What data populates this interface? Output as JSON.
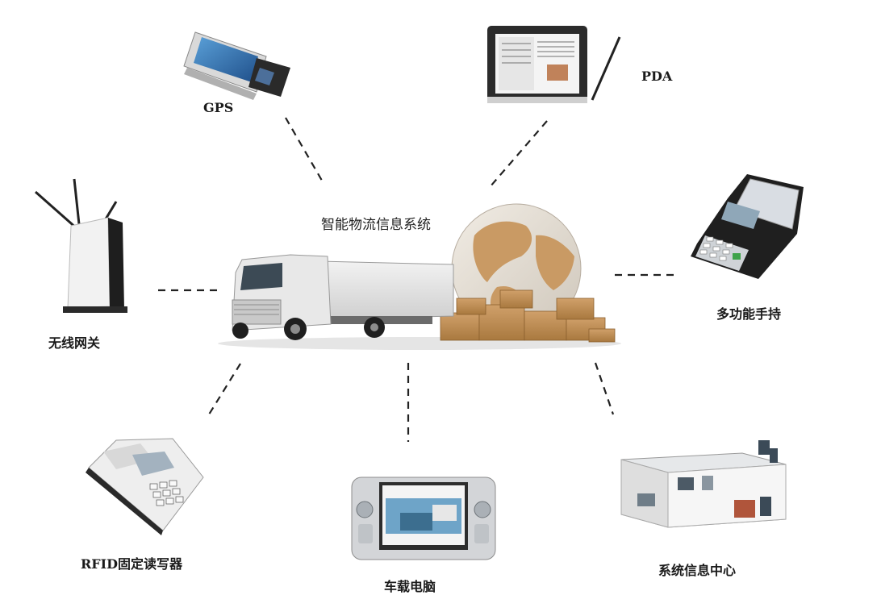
{
  "center": {
    "title": "智能物流信息系统"
  },
  "nodes": {
    "gps": {
      "label": "GPS",
      "icon": "gps-card-icon"
    },
    "pda": {
      "label": "PDA",
      "icon": "pda-device-icon"
    },
    "wireless_gateway": {
      "label": "无线网关",
      "icon": "wireless-router-icon"
    },
    "handheld": {
      "label": "多功能手持",
      "icon": "handheld-terminal-icon"
    },
    "rfid_reader": {
      "label": "RFID固定读写器",
      "icon": "rfid-reader-icon"
    },
    "vehicle_computer": {
      "label": "车载电脑",
      "icon": "vehicle-computer-icon"
    },
    "info_center": {
      "label": "系统信息中心",
      "icon": "data-center-icon"
    }
  },
  "colors": {
    "connector": "#222222",
    "box": "#b98a55",
    "globe": "#c89a63",
    "ocean": "#e9e4dc"
  }
}
